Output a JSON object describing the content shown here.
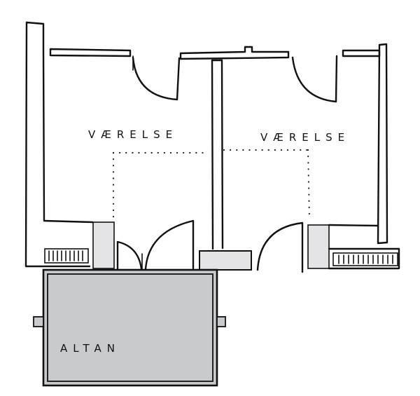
{
  "rooms": [
    {
      "label": "VÆRELSE"
    },
    {
      "label": "VÆRELSE"
    }
  ],
  "balcony": {
    "label": "ALTAN"
  },
  "colors": {
    "ink": "#111111",
    "fill_light": "#e4e4e7",
    "fill_balcony": "#c8cacd"
  }
}
